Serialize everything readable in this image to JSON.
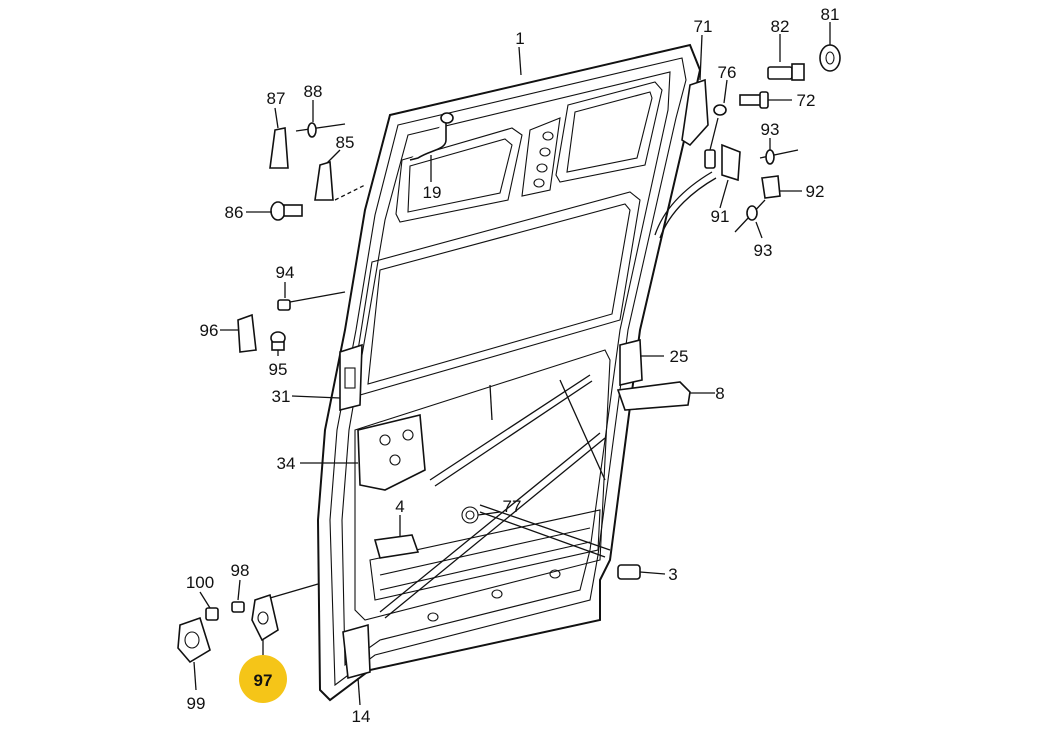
{
  "diagram": {
    "highlight_color": "#f5c518",
    "line_color": "#111111",
    "callouts": [
      {
        "id": "1",
        "label": "1"
      },
      {
        "id": "71",
        "label": "71"
      },
      {
        "id": "82",
        "label": "82"
      },
      {
        "id": "81",
        "label": "81"
      },
      {
        "id": "76",
        "label": "76"
      },
      {
        "id": "72",
        "label": "72"
      },
      {
        "id": "87",
        "label": "87"
      },
      {
        "id": "88",
        "label": "88"
      },
      {
        "id": "85",
        "label": "85"
      },
      {
        "id": "19",
        "label": "19"
      },
      {
        "id": "86",
        "label": "86"
      },
      {
        "id": "93a",
        "label": "93"
      },
      {
        "id": "92",
        "label": "92"
      },
      {
        "id": "91",
        "label": "91"
      },
      {
        "id": "93b",
        "label": "93"
      },
      {
        "id": "94",
        "label": "94"
      },
      {
        "id": "96",
        "label": "96"
      },
      {
        "id": "95",
        "label": "95"
      },
      {
        "id": "25",
        "label": "25"
      },
      {
        "id": "31",
        "label": "31"
      },
      {
        "id": "8",
        "label": "8"
      },
      {
        "id": "34",
        "label": "34"
      },
      {
        "id": "4",
        "label": "4"
      },
      {
        "id": "77",
        "label": "77"
      },
      {
        "id": "100",
        "label": "100"
      },
      {
        "id": "98",
        "label": "98"
      },
      {
        "id": "3",
        "label": "3"
      },
      {
        "id": "97",
        "label": "97",
        "highlighted": true
      },
      {
        "id": "99",
        "label": "99"
      },
      {
        "id": "14",
        "label": "14"
      }
    ]
  }
}
